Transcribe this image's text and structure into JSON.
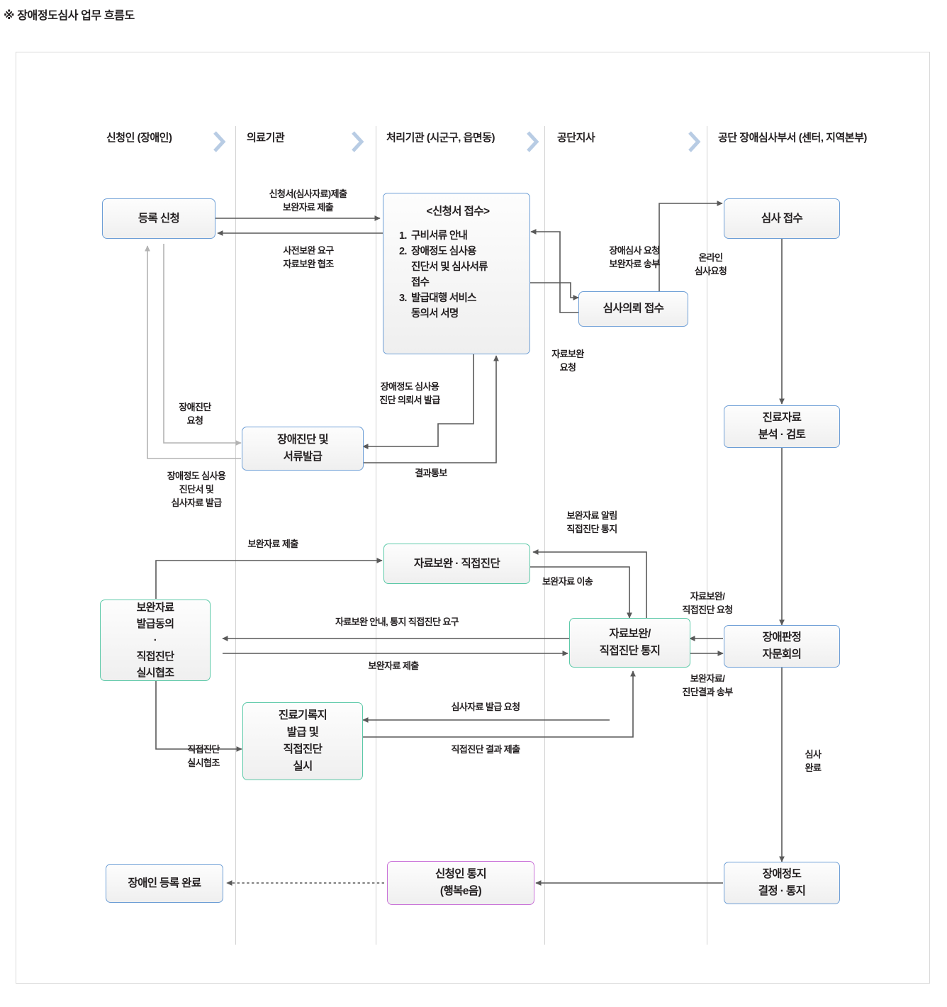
{
  "title": "※ 장애정도심사 업무 흐름도",
  "colors": {
    "box_blue": "#6d9ed6",
    "box_green": "#5cc9a8",
    "box_purple": "#c972d8",
    "arrow_gray": "#595959",
    "arrow_light_gray": "#b3b3b3",
    "lane_divider": "#d2d2d2",
    "chevron": "#b8cce4",
    "frame": "#d9d9d9"
  },
  "lanes": [
    {
      "id": "applicant",
      "label": "신청인\n(장애인)"
    },
    {
      "id": "medical",
      "label": "의료기관"
    },
    {
      "id": "processing",
      "label": "처리기관\n(시군구, 읍면동)"
    },
    {
      "id": "branch",
      "label": "공단지사"
    },
    {
      "id": "review",
      "label": "공단 장애심사부서\n(센터, 지역본부)"
    }
  ],
  "nodes": {
    "registration_request": "등록 신청",
    "application_reception": {
      "heading": "<신청서 접수>",
      "items": [
        "구비서류 안내",
        "장애정도 심사용\n진단서 및 심사서류\n접수",
        "발급대행 서비스\n동의서 서명"
      ]
    },
    "review_request_reception": "심사의뢰 접수",
    "review_reception": "심사 접수",
    "disability_diagnosis_docs": "장애진단 및\n서류발급",
    "medical_data_analysis": "진료자료\n분석 · 검토",
    "data_supplement_direct_exam": "자료보완 · 직접진단",
    "supplement_consent": "보완자료\n발급동의\n·\n직접진단\n실시협조",
    "supplement_notice": "자료보완/\n직접진단 통지",
    "disability_judgement_council": "장애판정\n자문회의",
    "medical_record_issue": "진료기록지\n발급 및\n직접진단\n실시",
    "applicant_notice": "신청인 통지\n(행복e음)",
    "disability_decision_notice": "장애정도\n결정 · 통지",
    "registration_complete": "장애인 등록 완료"
  },
  "edge_labels": {
    "submit_application": "신청서(심사자료)제출\n보완자료 제출",
    "pre_supplement_request": "사전보완 요구\n자료보완 협조",
    "disability_review_request": "장애심사 요청\n보완자료 송부",
    "online_review_request": "온라인\n심사요청",
    "data_supplement_request": "자료보완\n요청",
    "disability_diagnosis_request": "장애진단\n요청",
    "diagnosis_certificate_issue": "장애정도 심사용\n진단 의뢰서 발급",
    "result_notice": "결과통보",
    "diagnosis_docs_issue": "장애정도 심사용\n진단서 및\n심사자료 발급",
    "supplement_data_submit_top": "보완자료 제출",
    "supplement_data_notice": "보완자료 알림\n직접진단 통지",
    "supplement_data_transfer": "보완자료 이송",
    "supplement_guide_notice": "자료보완 안내, 통지 직접진단 요구",
    "supplement_data_submit_mid": "보완자료 제출",
    "supplement_direct_request": "자료보완/\n직접진단 요청",
    "supplement_result_send": "보완자료/\n진단결과 송부",
    "review_data_issue_request": "심사자료 발급 요청",
    "direct_exam_result_submit": "직접진단 결과 제출",
    "direct_exam_cooperation": "직접진단\n실시협조",
    "review_complete": "심사\n완료"
  }
}
